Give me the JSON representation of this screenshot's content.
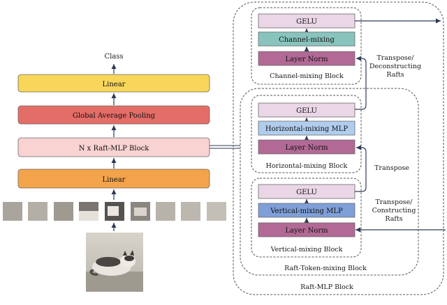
{
  "left": {
    "class_label": "Class",
    "linear_top": "Linear",
    "global_pool": "Global Average Pooling",
    "raft_block": "N x Raft-MLP Block",
    "linear_bottom": "Linear"
  },
  "right": {
    "channel": {
      "gelu": "GELU",
      "mixing": "Channel-mixing",
      "norm": "Layer Norm",
      "caption": "Channel-mixing Block"
    },
    "horizontal": {
      "gelu": "GELU",
      "mixing": "Horizontal-mixing MLP",
      "norm": "Layer Norm",
      "caption": "Horizontal-mixing Block"
    },
    "vertical": {
      "gelu": "GELU",
      "mixing": "Vertical-mixing MLP",
      "norm": "Layer Norm",
      "caption": "Vertical-mixing Block"
    },
    "token_caption": "Raft-Token-mixing Block",
    "outer_caption": "Raft-MLP Block"
  },
  "annotations": {
    "transpose_deconstruct": [
      "Transpose/",
      "Deconstructing",
      "Rafts"
    ],
    "transpose": "Transpose",
    "transpose_construct": [
      "Transpose/",
      "Constructing",
      "Rafts"
    ]
  },
  "colors": {
    "linear": "#f8d65a",
    "pool": "#e46d68",
    "raft": "#f9d2d2",
    "linear2": "#f3a34a",
    "gelu": "#ead6e6",
    "channel": "#88c4bd",
    "norm": "#b26996",
    "hmlp": "#b0cdee",
    "vmlp": "#7f9fd9"
  }
}
